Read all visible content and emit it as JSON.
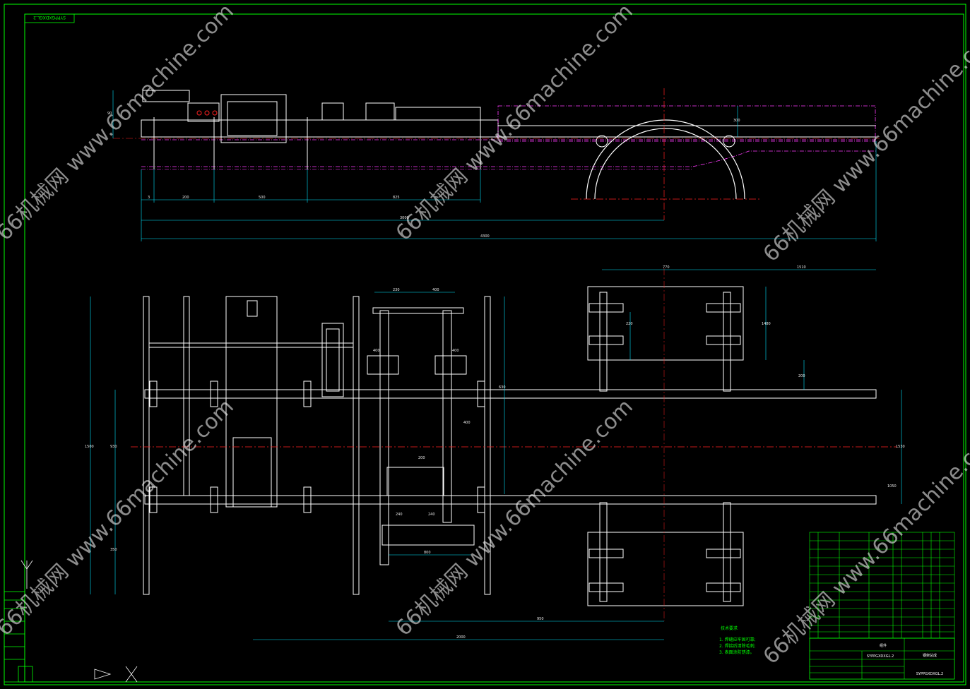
{
  "drawing": {
    "code_rotated": "SYPPGXDXGL.2",
    "drawing_title": "钢架总成",
    "title_code": "SYPPGXDXGL.2",
    "title_block_code": "SYPPGXDXGL.2",
    "material_label": "组件"
  },
  "technical_notes": {
    "heading": "技术要求",
    "lines": [
      "1. 焊缝应牢固可靠;",
      "2. 焊接后清除毛刺;",
      "3. 表面涂防锈漆。"
    ]
  },
  "watermark": {
    "text": "66机械网 www.66machine.com"
  },
  "dimensions": {
    "top_view": [
      "3",
      "200",
      "500",
      "825",
      "3000",
      "4300",
      "90",
      "300"
    ],
    "plan_view": [
      "1500",
      "930",
      "350",
      "230",
      "770",
      "1510",
      "1480",
      "630",
      "220",
      "200",
      "240",
      "240",
      "800",
      "400",
      "950",
      "2000",
      "1530",
      "1050",
      "400",
      "400",
      "400",
      "200"
    ]
  },
  "colors": {
    "frame": "#00ff00",
    "lines": "#ffffff",
    "dims": "#00e5ff",
    "centerline": "#ff2020",
    "phantom": "#ff3cff"
  }
}
